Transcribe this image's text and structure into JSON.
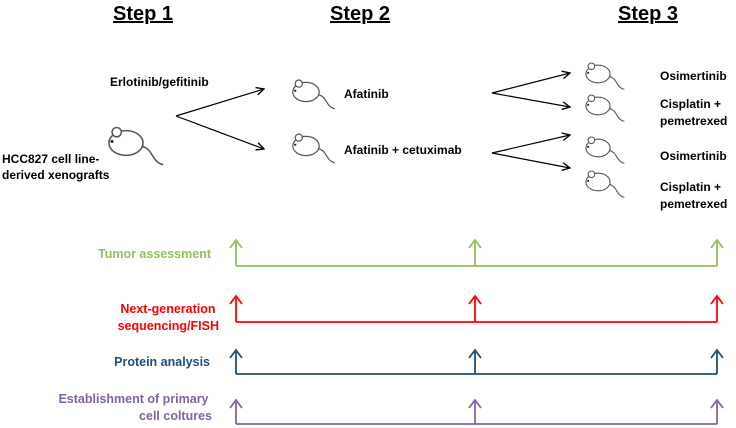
{
  "steps": [
    "Step 1",
    "Step 2",
    "Step 3"
  ],
  "xenograft_label": [
    "HCC827 cell line-",
    "derived  xenografts"
  ],
  "step1_treatment": "Erlotinib/gefitinib",
  "step2_treatments": [
    "Afatinib",
    "Afatinib + cetuximab"
  ],
  "step3_treatments": [
    [
      "Osimertinib"
    ],
    [
      "Cisplatin +",
      "pemetrexed"
    ],
    [
      "Osimertinib"
    ],
    [
      "Cisplatin +",
      "pemetrexed"
    ]
  ],
  "timelines": [
    {
      "label": [
        "Tumor assessment"
      ],
      "color": "#92c05a"
    },
    {
      "label": [
        "Next-generation",
        "sequencing/FISH"
      ],
      "color": "#ff0000"
    },
    {
      "label": [
        "Protein analysis"
      ],
      "color": "#1f4e79"
    },
    {
      "label": [
        "Establishment of primary",
        "cell coltures"
      ],
      "color": "#8064a2"
    }
  ],
  "icons": {
    "mouse": "mouse-icon"
  }
}
